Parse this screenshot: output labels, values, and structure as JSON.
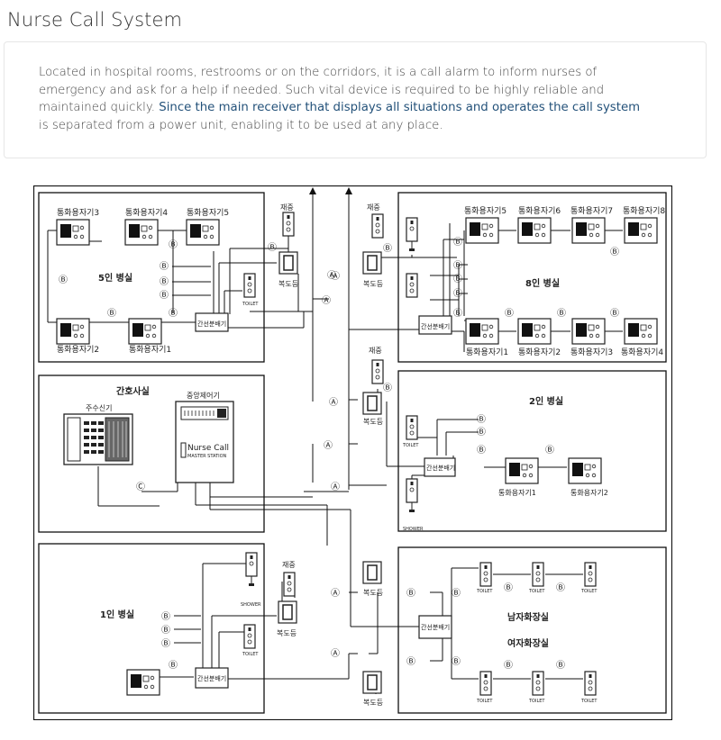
{
  "page": {
    "title": "Nurse Call System"
  },
  "description": {
    "part1": "Located in hospital rooms, restrooms or on the corridors, it is a call alarm to inform nurses of emergency and ask for a help if needed. Such vital device is required to be highly reliable and maintained quickly.",
    "highlight": "Since the main receiver that displays all situations and operates the call system",
    "part2": "is separated from a power unit, enabling it to be used at any place.",
    "highlight_color": "#24527a"
  },
  "diagram": {
    "rooms": {
      "room5": "5인 병실",
      "room8": "8인 병실",
      "station": "간호사실",
      "room2": "2인 병실",
      "room1": "1인 병실",
      "male_restroom": "남자화장실",
      "female_restroom": "여자화장실"
    },
    "devices": {
      "handset_5_3": "통화용자기3",
      "handset_5_4": "통화용자기4",
      "handset_5_5": "통화용자기5",
      "handset_5_2": "통화용자기2",
      "handset_5_1": "통화용자기1",
      "handset_8_5": "통화용자기5",
      "handset_8_6": "통화용자기6",
      "handset_8_7": "통화용자기7",
      "handset_8_8": "통화용자기8",
      "handset_8_1": "통화용자기1",
      "handset_8_2": "통화용자기2",
      "handset_8_3": "통화용자기3",
      "handset_8_4": "통화용자기4",
      "handset_2_1": "통화용자기1",
      "handset_2_2": "통화용자기2",
      "splitter": "간선분배기",
      "corridor_lamp": "복도등",
      "reset": "재중",
      "toilet": "TOILET",
      "shower": "SHOWER",
      "main_receiver": "주수신기",
      "central_controller": "중앙제어기",
      "master_line1": "Nurse Call",
      "master_line2": "MASTER STATION"
    },
    "markers": {
      "a": "Ⓐ",
      "b": "Ⓑ",
      "c": "Ⓒ"
    }
  }
}
